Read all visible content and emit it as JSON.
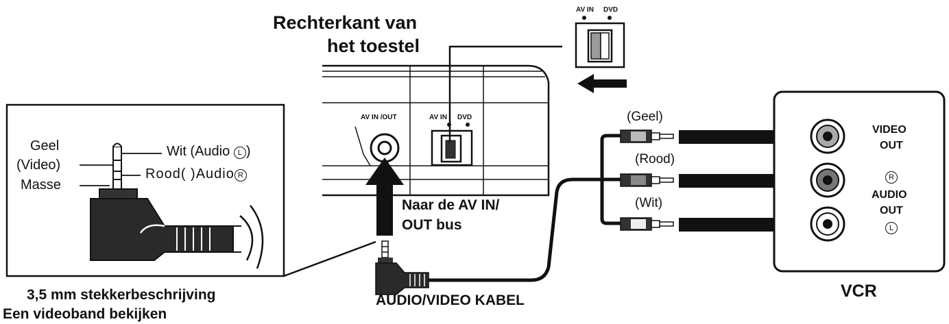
{
  "device": {
    "title_line1": "Rechterkant van",
    "title_line2": "het toestel",
    "av_in_out_label": "AV IN /OUT",
    "switch_label_av_in": "AV IN",
    "switch_label_dvd": "DVD",
    "inset_label_av_in": "AV IN",
    "inset_label_dvd": "DVD"
  },
  "plug": {
    "geel": "Geel",
    "video": "(Video)",
    "masse": "Masse",
    "wit_audio_l": "Wit (Audio",
    "l_mark": "L",
    "rood_audio_r": "Rood( )Audio",
    "r_mark": "R",
    "caption": "3,5 mm stekkerbeschrijving",
    "subtitle": "Een videoband bekijken"
  },
  "cable": {
    "to_bus_line1": "Naar de AV IN/",
    "to_bus_line2": "OUT bus",
    "label": "AUDIO/VIDEO KABEL",
    "geel": "(Geel)",
    "rood": "(Rood)",
    "wit": "(Wit)"
  },
  "vcr": {
    "video_out_line1": "VIDEO",
    "video_out_line2": "OUT",
    "r_mark": "R",
    "audio_out_line1": "AUDIO",
    "audio_out_line2": "OUT",
    "l_mark": "L",
    "label": "VCR"
  }
}
